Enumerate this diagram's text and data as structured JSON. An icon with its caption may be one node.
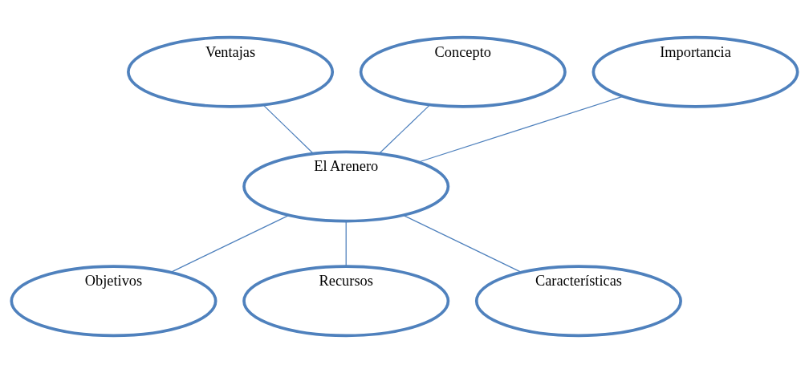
{
  "diagram": {
    "nodes": [
      {
        "text": [
          "Ventajas"
        ]
      },
      {
        "text": [
          "Concepto"
        ]
      },
      {
        "text": [
          "Importancia"
        ]
      },
      {
        "text": [
          "Objetivos"
        ]
      },
      {
        "text": [
          "El Arenero"
        ]
      },
      {
        "text": [
          "Recursos"
        ]
      },
      {
        "text": [
          "Características"
        ]
      }
    ],
    "edges": [
      {
        "from": 4,
        "to": 0,
        "arrow": "none"
      },
      {
        "from": 4,
        "to": 1,
        "arrow": "none"
      },
      {
        "from": 4,
        "to": 2,
        "arrow": "none"
      },
      {
        "from": 4,
        "to": 3,
        "arrow": "none"
      },
      {
        "from": 4,
        "to": 5,
        "arrow": "none"
      },
      {
        "from": 4,
        "to": 6,
        "arrow": "none"
      }
    ]
  }
}
